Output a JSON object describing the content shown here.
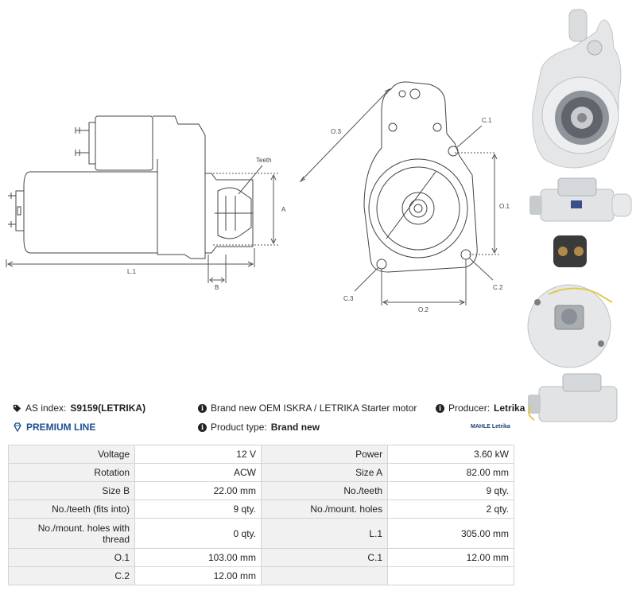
{
  "drawing": {
    "labels": {
      "teeth": "Teeth",
      "a": "A",
      "b": "B",
      "l1": "L.1",
      "o3": "O.3",
      "o1": "O.1",
      "o2": "O.2",
      "c1": "C.1",
      "c2": "C.2",
      "c3": "C.3"
    }
  },
  "info": {
    "as_index_label": "AS index:",
    "as_index_value": "S9159(LETRIKA)",
    "description": "Brand new OEM ISKRA / LETRIKA Starter motor",
    "producer_label": "Producer:",
    "producer_value": "Letrika",
    "premium_line": "PREMIUM LINE",
    "product_type_label": "Product type:",
    "product_type_value": "Brand new",
    "brand_logo_text": "MAHLE Letrika"
  },
  "specs": [
    {
      "l1": "Voltage",
      "v1": "12 V",
      "l2": "Power",
      "v2": "3.60 kW"
    },
    {
      "l1": "Rotation",
      "v1": "ACW",
      "l2": "Size A",
      "v2": "82.00 mm"
    },
    {
      "l1": "Size B",
      "v1": "22.00 mm",
      "l2": "No./teeth",
      "v2": "9 qty."
    },
    {
      "l1": "No./teeth (fits into)",
      "v1": "9 qty.",
      "l2": "No./mount. holes",
      "v2": "2 qty."
    },
    {
      "l1": "No./mount. holes with thread",
      "v1": "0 qty.",
      "l2": "L.1",
      "v2": "305.00 mm"
    },
    {
      "l1": "O.1",
      "v1": "103.00 mm",
      "l2": "C.1",
      "v2": "12.00 mm"
    },
    {
      "l1": "C.2",
      "v1": "12.00 mm",
      "l2": "",
      "v2": ""
    }
  ],
  "colors": {
    "premium": "#1d4f91",
    "line": "#555555",
    "label_bg": "#f1f1f1"
  }
}
